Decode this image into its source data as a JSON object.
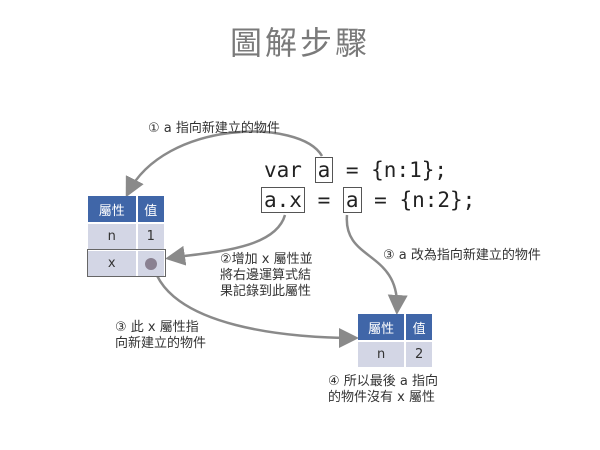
{
  "title": "圖解步驟",
  "code": {
    "line1_prefix": "var ",
    "line1_box": "a",
    "line1_suffix": " = {n:1};",
    "line2_box1": "a.x",
    "line2_mid": " = ",
    "line2_box2": "a",
    "line2_suffix": " = {n:2};"
  },
  "table1": {
    "headers": [
      "屬性",
      "值"
    ],
    "rows": [
      [
        "n",
        "1"
      ],
      [
        "x",
        ""
      ]
    ]
  },
  "table2": {
    "headers": [
      "屬性",
      "值"
    ],
    "rows": [
      [
        "n",
        "2"
      ]
    ]
  },
  "annotations": {
    "step1": "① a 指向新建立的物件",
    "step2": [
      "②增加 x 屬性並",
      "將右邊運算式結",
      "果記錄到此屬性"
    ],
    "step3_right": "③ a 改為指向新建立的物件",
    "step3_left": [
      "③ 此 x 屬性指",
      "向新建立的物件"
    ],
    "step4": [
      "④ 所以最後 a 指向",
      "的物件沒有 x 屬性"
    ]
  },
  "colors": {
    "header": "#4066a8",
    "cell": "#d3d6e5",
    "arrow": "#8a8a8a"
  }
}
